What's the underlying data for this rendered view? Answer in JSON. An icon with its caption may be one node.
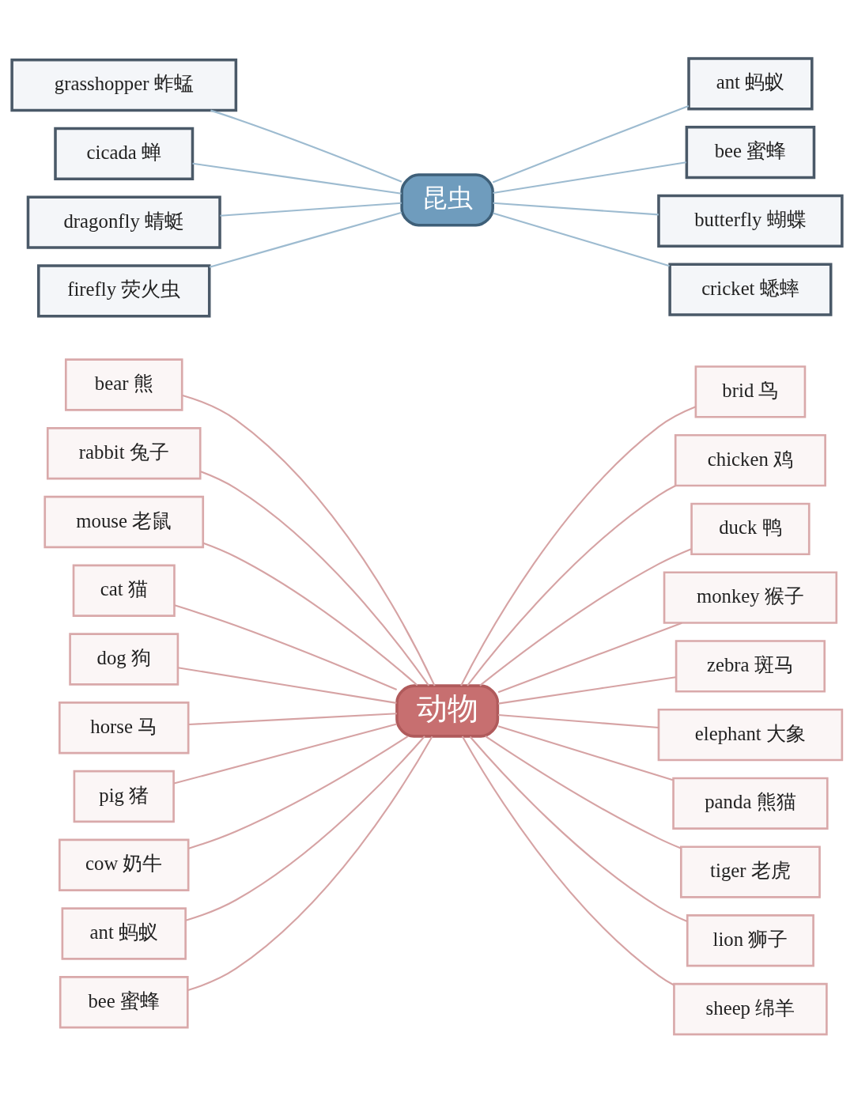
{
  "diagram": {
    "nodes": [
      {
        "text": [
          "动物"
        ]
      },
      {
        "text": [
          "bear 熊"
        ]
      },
      {
        "text": [
          "rabbit 兔子"
        ]
      },
      {
        "text": [
          "mouse 老鼠"
        ]
      },
      {
        "text": [
          "cat 猫"
        ]
      },
      {
        "text": [
          "dog 狗"
        ]
      },
      {
        "text": [
          "horse 马"
        ]
      },
      {
        "text": [
          "pig 猪"
        ]
      },
      {
        "text": [
          "cow 奶牛"
        ]
      },
      {
        "text": [
          "ant 蚂蚁"
        ]
      },
      {
        "text": [
          "bee 蜜蜂"
        ]
      },
      {
        "text": [
          "brid 鸟"
        ]
      },
      {
        "text": [
          "chicken 鸡"
        ]
      },
      {
        "text": [
          "duck 鸭"
        ]
      },
      {
        "text": [
          "monkey 猴子"
        ]
      },
      {
        "text": [
          "zebra 斑马"
        ]
      },
      {
        "text": [
          "elephant 大象"
        ]
      },
      {
        "text": [
          "panda 熊猫"
        ]
      },
      {
        "text": [
          "tiger 老虎"
        ]
      },
      {
        "text": [
          "lion 狮子"
        ]
      },
      {
        "text": [
          "sheep 绵羊"
        ]
      },
      {
        "text": [
          "昆虫"
        ]
      },
      {
        "text": [
          "grasshopper 蚱蜢"
        ]
      },
      {
        "text": [
          "cicada 蝉"
        ]
      },
      {
        "text": [
          "dragonfly 蜻蜓"
        ]
      },
      {
        "text": [
          "firefly 荧火虫"
        ]
      },
      {
        "text": [
          "ant 蚂蚁"
        ]
      },
      {
        "text": [
          "bee 蜜蜂"
        ]
      },
      {
        "text": [
          "butterfly 蝴蝶"
        ]
      },
      {
        "text": [
          "cricket 蟋蟀"
        ]
      }
    ],
    "edges": [
      {
        "from": 1,
        "to": 0,
        "arrow": "none"
      },
      {
        "from": 2,
        "to": 0,
        "arrow": "none"
      },
      {
        "from": 3,
        "to": 0,
        "arrow": "none"
      },
      {
        "from": 4,
        "to": 0,
        "arrow": "none"
      },
      {
        "from": 5,
        "to": 0,
        "arrow": "none"
      },
      {
        "from": 6,
        "to": 0,
        "arrow": "none"
      },
      {
        "from": 7,
        "to": 0,
        "arrow": "none"
      },
      {
        "from": 8,
        "to": 0,
        "arrow": "none"
      },
      {
        "from": 9,
        "to": 0,
        "arrow": "none"
      },
      {
        "from": 10,
        "to": 0,
        "arrow": "none"
      },
      {
        "from": 0,
        "to": 11,
        "arrow": "none"
      },
      {
        "from": 0,
        "to": 12,
        "arrow": "none"
      },
      {
        "from": 0,
        "to": 13,
        "arrow": "none"
      },
      {
        "from": 0,
        "to": 14,
        "arrow": "none"
      },
      {
        "from": 0,
        "to": 15,
        "arrow": "none"
      },
      {
        "from": 0,
        "to": 16,
        "arrow": "none"
      },
      {
        "from": 0,
        "to": 17,
        "arrow": "none"
      },
      {
        "from": 0,
        "to": 18,
        "arrow": "none"
      },
      {
        "from": 0,
        "to": 19,
        "arrow": "none"
      },
      {
        "from": 0,
        "to": 20,
        "arrow": "none"
      },
      {
        "from": 22,
        "to": 21,
        "arrow": "none",
        "color": "#9dbbd0"
      },
      {
        "from": 23,
        "to": 21,
        "arrow": "none",
        "color": "#9dbbd0"
      },
      {
        "from": 24,
        "to": 21,
        "arrow": "none",
        "color": "#9dbbd0"
      },
      {
        "from": 25,
        "to": 21,
        "arrow": "none",
        "color": "#9dbbd0"
      },
      {
        "from": 21,
        "to": 26,
        "arrow": "none",
        "color": "#9dbbd0"
      },
      {
        "from": 21,
        "to": 27,
        "arrow": "none",
        "color": "#9dbbd0"
      },
      {
        "from": 21,
        "to": 28,
        "arrow": "none",
        "color": "#9dbbd0"
      },
      {
        "from": 21,
        "to": 29,
        "arrow": "none",
        "color": "#9dbbd0"
      }
    ]
  }
}
